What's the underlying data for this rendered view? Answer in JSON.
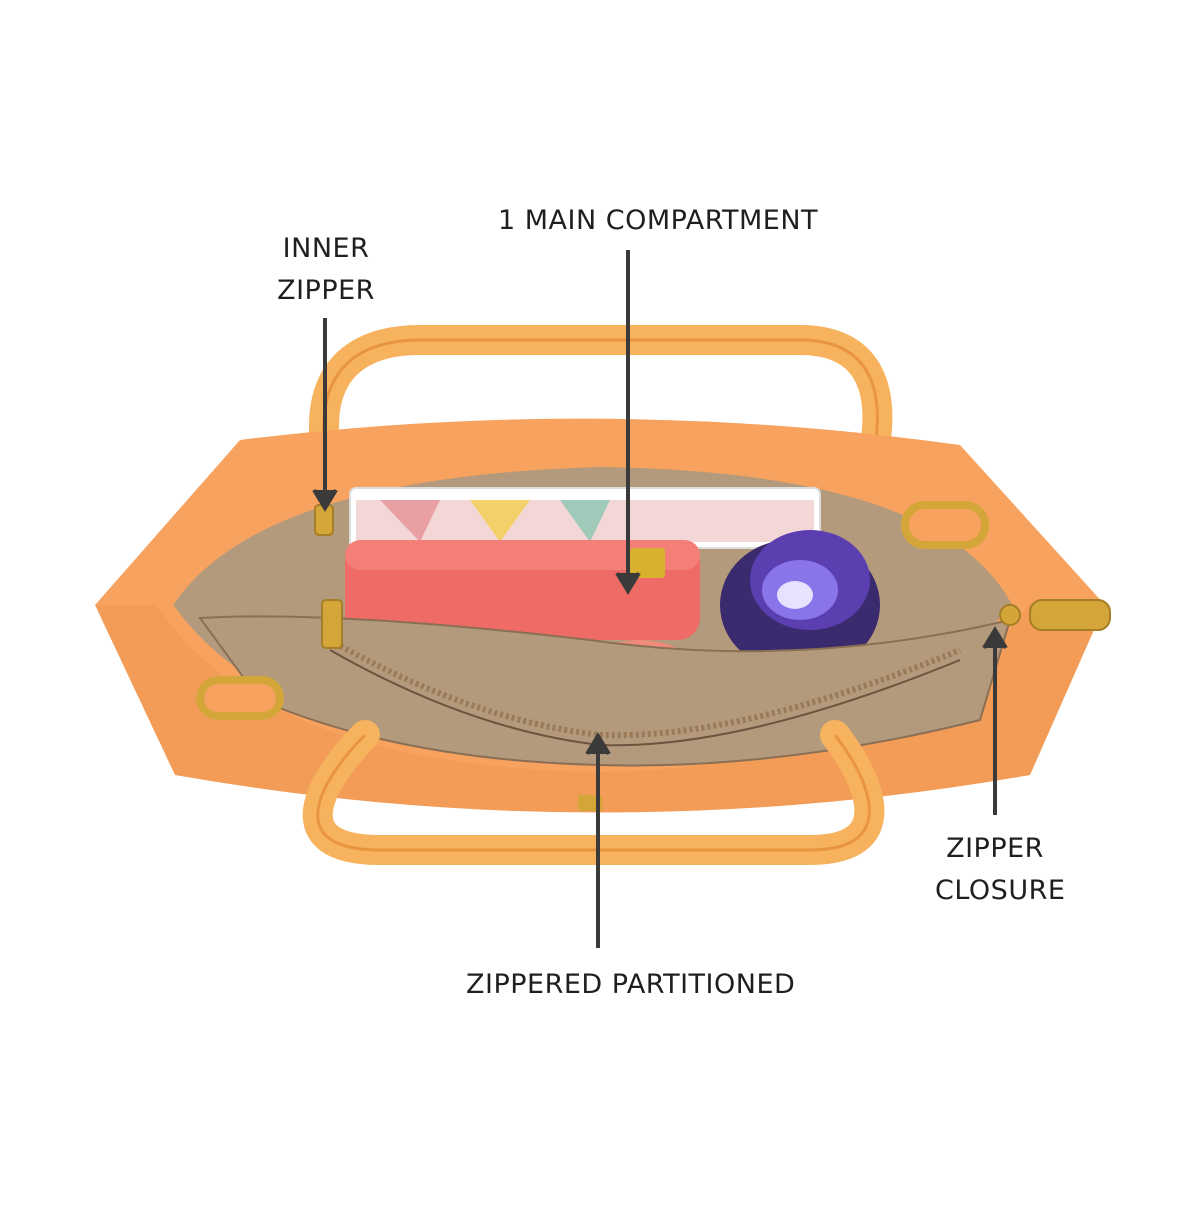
{
  "callouts": {
    "inner_zipper": {
      "line1": "INNER",
      "line2": "ZIPPER"
    },
    "main_compartment": {
      "text": "1 MAIN COMPARTMENT"
    },
    "zippered_partitioned": {
      "text": "ZIPPERED PARTITIONED"
    },
    "zipper_closure": {
      "line1": "ZIPPER",
      "line2": "CLOSURE"
    }
  },
  "colors": {
    "bag_body": "#f7a25e",
    "bag_body_dark": "#ee8a45",
    "handle": "#f6b25d",
    "lining": "#b49a7c",
    "lining_dark": "#8a6f55",
    "pouch": "#ee6b66",
    "bottle": "#5b3fb0",
    "hardware": "#d4a63a",
    "arrow": "#3a3a3a"
  },
  "icons": {
    "arrow": "arrow-down-icon",
    "arrow_up": "arrow-up-icon"
  }
}
